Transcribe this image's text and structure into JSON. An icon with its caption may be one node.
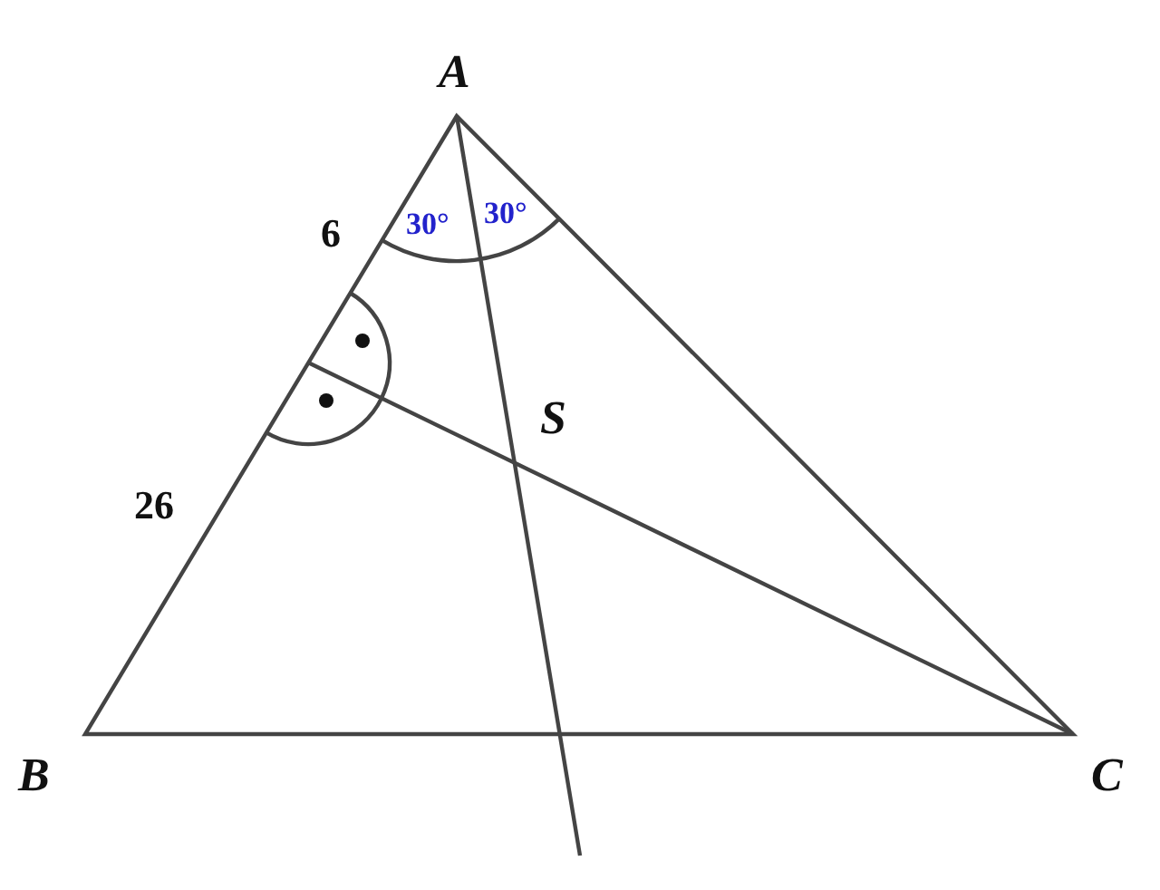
{
  "diagram": {
    "labels": [
      "A",
      "30°",
      "30°",
      "6",
      "S",
      "26",
      "B",
      "C"
    ]
  }
}
